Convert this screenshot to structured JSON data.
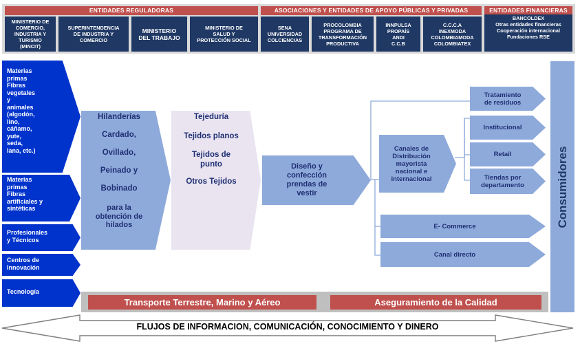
{
  "categories": {
    "reguladoras": "ENTIDADES REGULADORAS",
    "asociaciones": "ASOCIACIONES Y ENTIDADES DE APOYO PÚBLICAS Y PRIVADAS",
    "financieras": "ENTIDADES FINANCIERAS"
  },
  "entities": {
    "mincit": "MINISTERIO DE\nCOMERCIO,\nINDUSTRIA Y\nTURISMO\n(MINCIT)",
    "superintendencia": "SUPERINTENDENCIA\nDE INDUSTRIA Y\nCOMERCIO",
    "trabajo": "MINISTERIO\nDEL TRABAJO",
    "salud": "MINISTERIO DE\nSALUD Y\nPROTECCIÓN SOCIAL",
    "sena": "SENA\nUNIVERSIDAD\nCOLCIENCIAS",
    "procolombia": "PROCOLOMBIA\nPROGRAMA DE\nTRANSFORMACIÓN\nPRODUCTIVA",
    "innpulsa": "INNPULSA\nPROPAÍS\nANDI\nC.C.B",
    "ccca": "C.C.C.A\nINEXMODA\nCOLOMBIAMODA\nCOLOMBIATEX",
    "financieras": "BANCOLDEX\nOtras entidades financieras\nCooperación internacional\nFundaciones RSE"
  },
  "inputs": {
    "materias_naturales": "Materias\nprimas\nFibras\nvegetales\ny\nanimales\n(algodón,\nlino,\ncáñamo,\nyute,\nseda,\nlana, etc.)",
    "materias_sinteticas": "Materias\nprimas\nFibras\nartificiales y\nsintéticas",
    "profesionales": "Profesionales\ny Técnicos",
    "centros": "Centros de\nInnovación",
    "tecnologia": "Tecnología"
  },
  "stage_hilanderias": [
    "Hilanderías",
    "Cardado,",
    "Ovillado,",
    "Peinado y",
    "Bobinado",
    "para la\nobtención de\nhilados"
  ],
  "stage_tejeduria": [
    "Tejeduría",
    "Tejidos planos",
    "Tejidos de\npunto",
    "Otros Tejidos"
  ],
  "stage_diseno": "Diseño y\nconfección\nprendas de\nvestir",
  "canales": "Canales de\nDistribución\nmayorista\nnacional e\ninternacional",
  "outputs": {
    "residuos": "Tratamiento\nde residuos",
    "institucional": "Institucional",
    "retail": "Retail",
    "tiendas": "Tiendas por\ndepartamento",
    "ecommerce": "E- Commerce",
    "canal_directo": "Canal directo"
  },
  "bottom": {
    "transporte": "Transporte Terrestre, Marino y Aéreo",
    "calidad": "Aseguramiento de la Calidad"
  },
  "consumidores": "Consumidores",
  "flujos": "FLUJOS DE INFORMACION, COMUNICACIÓN, CONOCIMIENTO Y DINERO",
  "colors": {
    "navy": "#1f3864",
    "red": "#c0504d",
    "input_blue": "#0033cc",
    "light_blue": "#8eaadb",
    "lavender": "#e9e4f0"
  }
}
